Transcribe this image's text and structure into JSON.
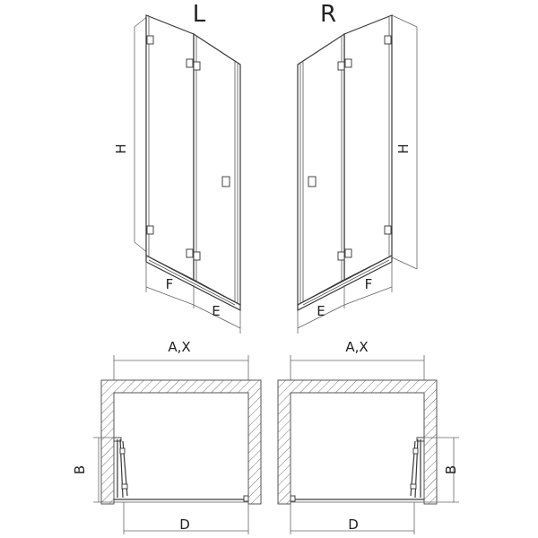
{
  "views": {
    "left_variant": "L",
    "right_variant": "R"
  },
  "dimensions": {
    "height": "H",
    "width_overall": "A,X",
    "panel_fixed": "F",
    "panel_swing": "E",
    "depth": "B",
    "entry": "D"
  }
}
